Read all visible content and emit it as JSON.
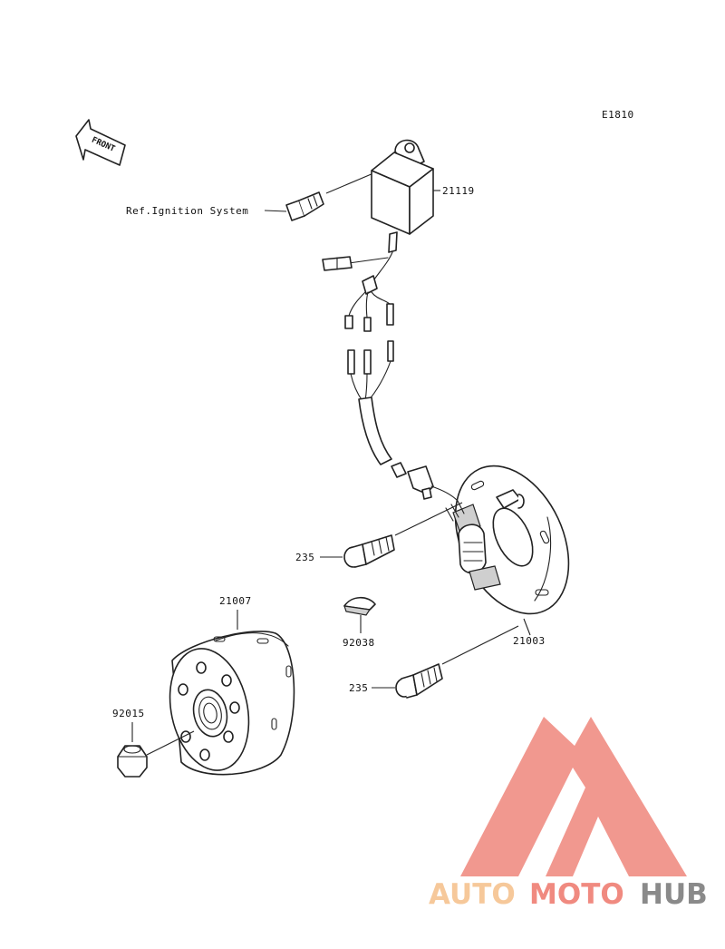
{
  "diagram": {
    "code": "E1810",
    "front_label": "FRONT",
    "ref_label": "Ref.Ignition System",
    "parts": [
      {
        "id": "21119"
      },
      {
        "id": "235"
      },
      {
        "id": "21007"
      },
      {
        "id": "92038"
      },
      {
        "id": "21003"
      },
      {
        "id": "235"
      },
      {
        "id": "92015"
      }
    ]
  },
  "watermark": {
    "part1": "AUTO",
    "part2": "MOTO",
    "part3": "HUB",
    "colors": {
      "part1": "#f6c89a",
      "part2": "#f08a80",
      "part3": "#8a8a8a",
      "logo": "#f08a80"
    }
  }
}
